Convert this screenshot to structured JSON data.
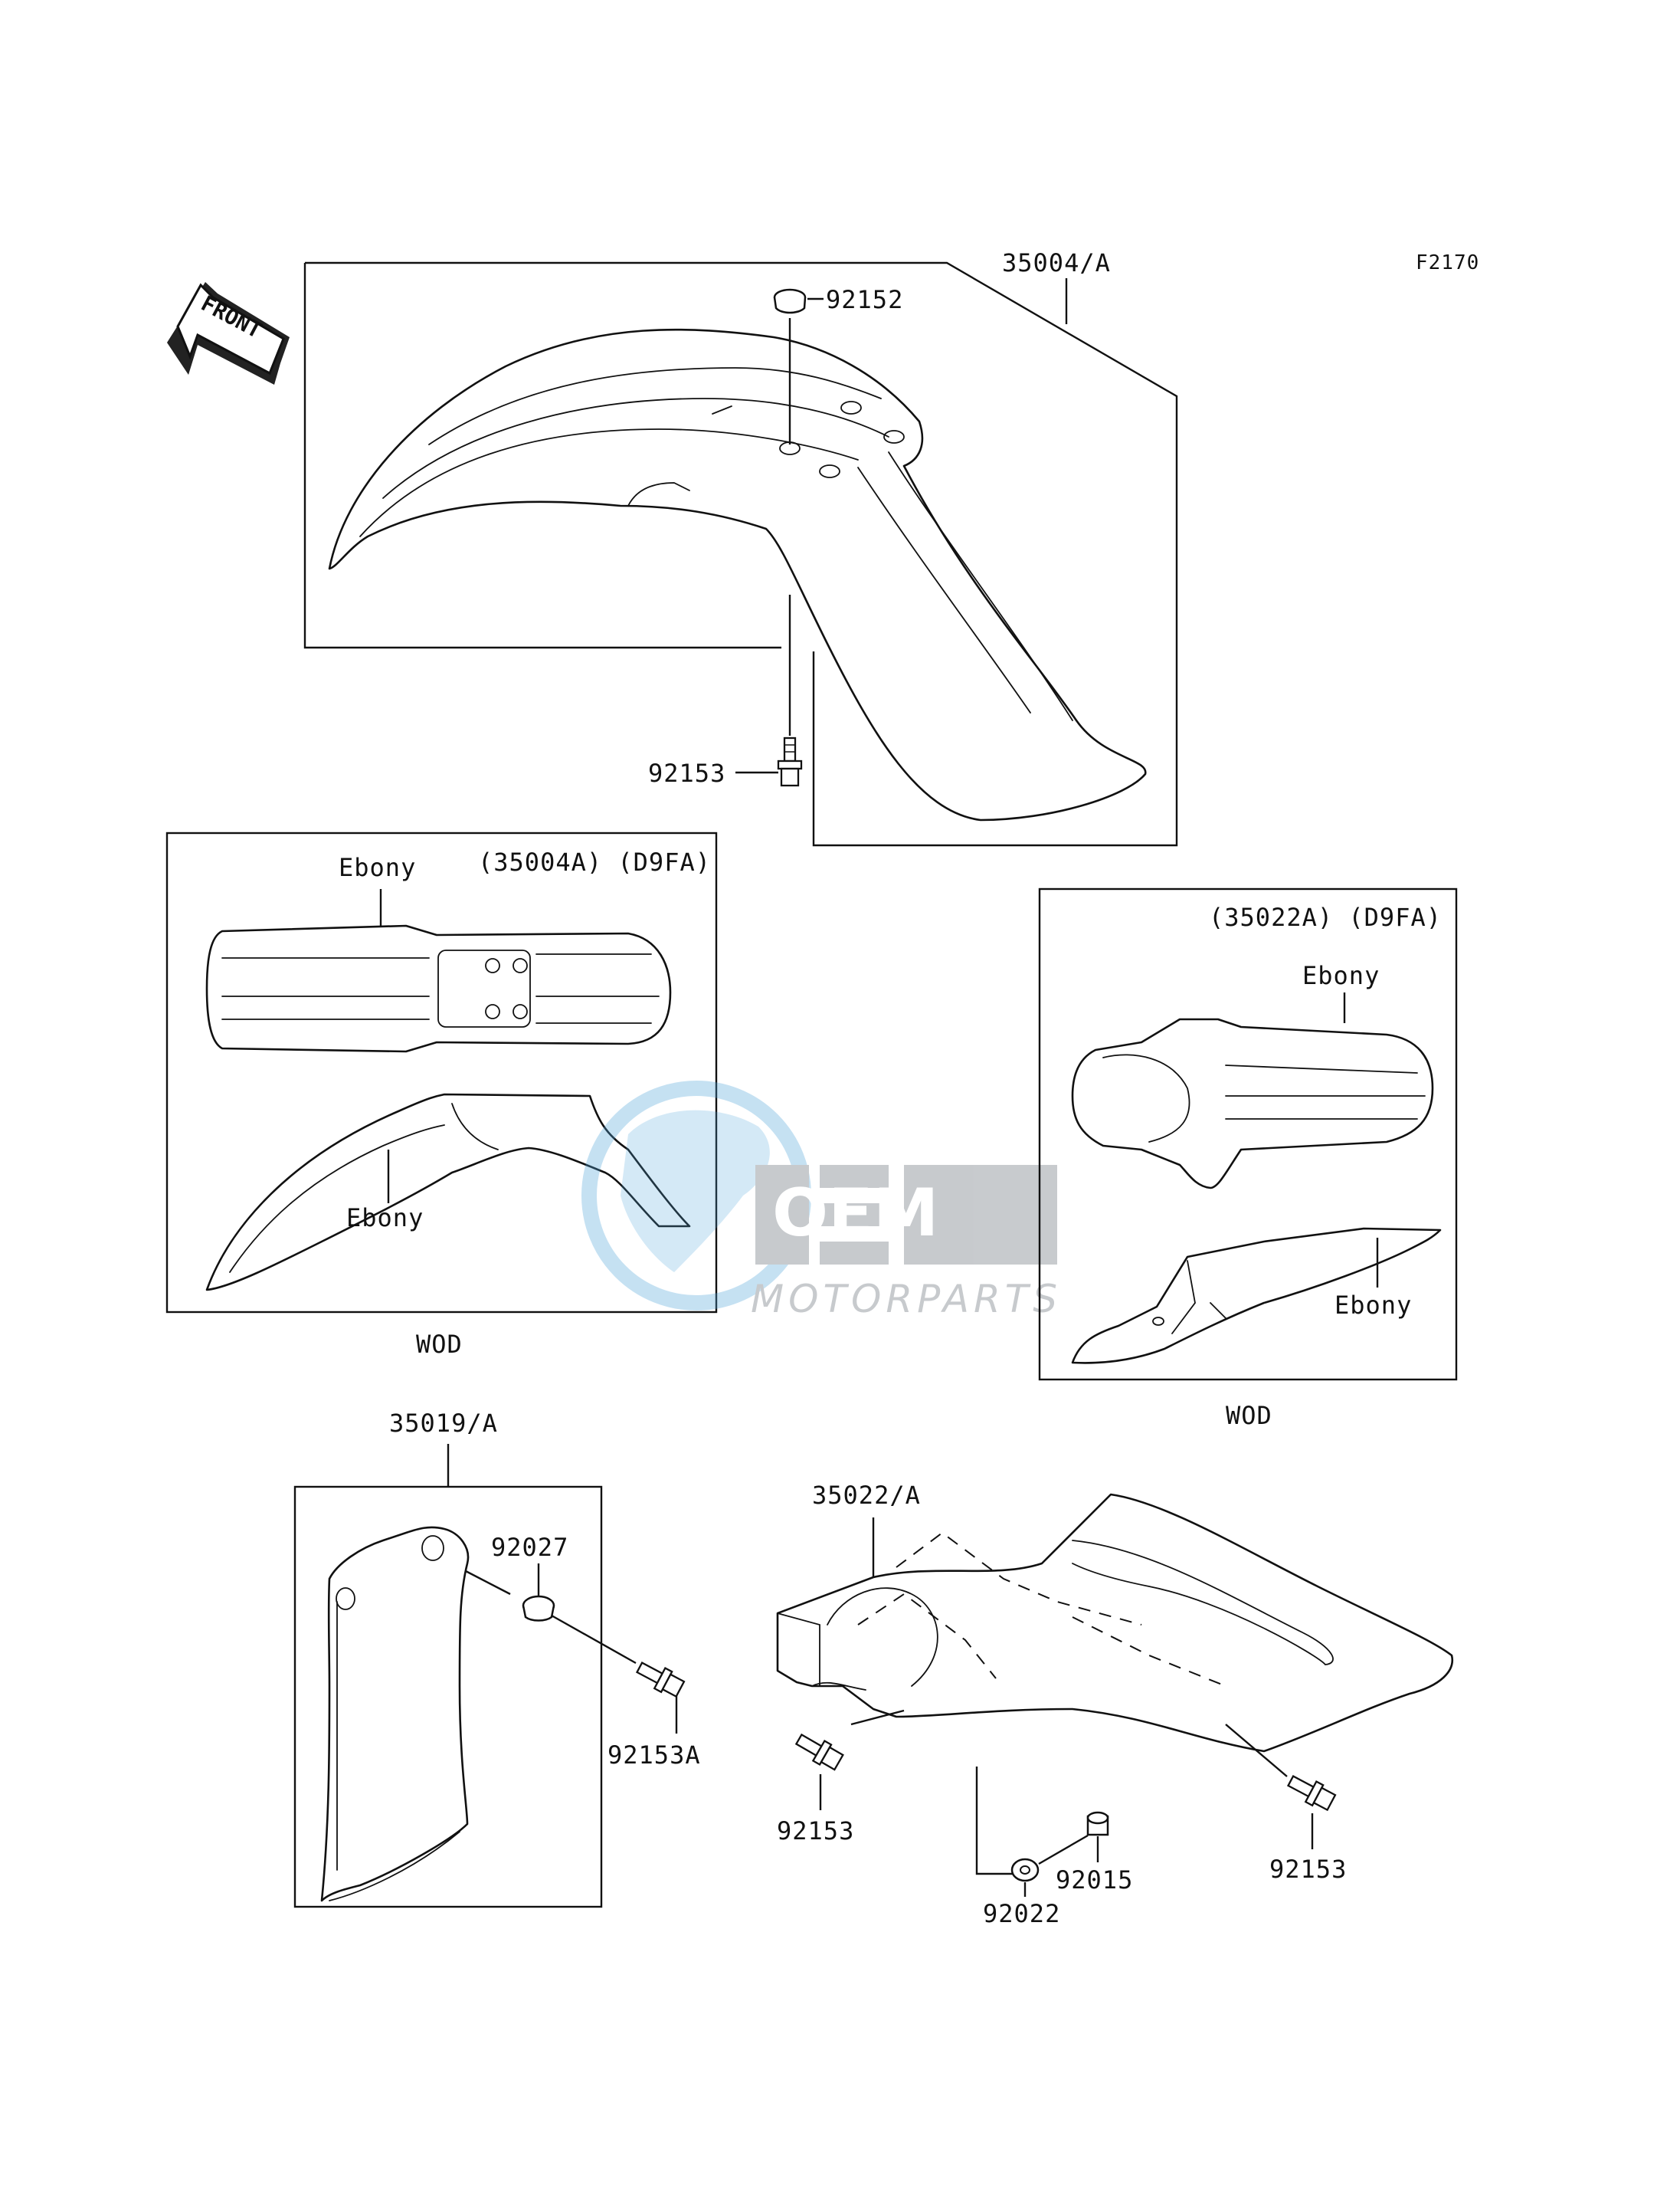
{
  "diagram_code": "F2170",
  "front_arrow": {
    "label": "FRONT",
    "icon": "front-direction-arrow-icon"
  },
  "watermark": {
    "brand": "OEM",
    "subtitle": "MOTORPARTS",
    "color": "#9aa0a6",
    "globe_color": "#4fa3d9"
  },
  "front_fender": {
    "part_number": "35004/A",
    "callouts": {
      "cap": "92152",
      "bolt": "92153"
    }
  },
  "front_fender_variant": {
    "heading": "(35004A) (D9FA)",
    "color_top": "Ebony",
    "color_side": "Ebony",
    "model": "WOD"
  },
  "rear_fender_variant": {
    "heading": "(35022A) (D9FA)",
    "color_top": "Ebony",
    "color_side": "Ebony",
    "model": "WOD"
  },
  "side_guard": {
    "part_number": "35019/A",
    "callouts": {
      "collar": "92027",
      "bolt": "92153A"
    }
  },
  "rear_fender": {
    "part_number": "35022/A",
    "callouts": {
      "bolt_left": "92153",
      "bolt_right": "92153",
      "collar": "92015",
      "washer": "92022"
    }
  }
}
